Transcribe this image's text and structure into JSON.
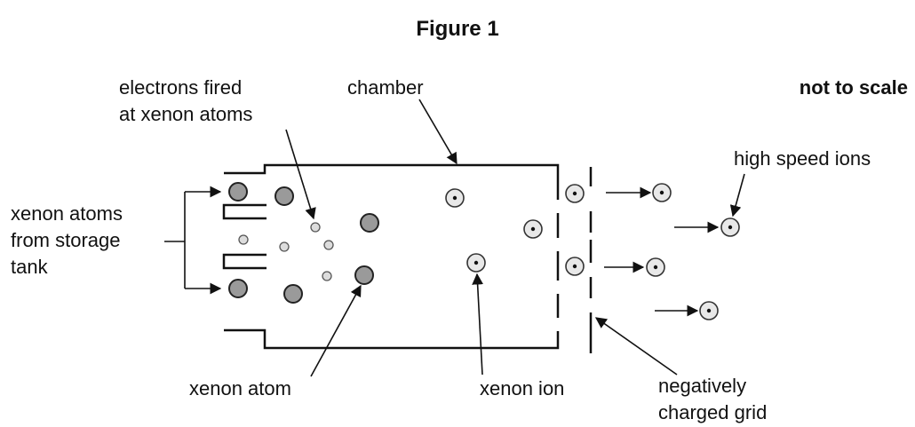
{
  "title": "Figure 1",
  "labels": {
    "not_to_scale": "not to scale",
    "electrons_fired_line1": "electrons fired",
    "electrons_fired_line2": "at xenon atoms",
    "chamber": "chamber",
    "high_speed_ions": "high speed ions",
    "xenon_atoms_line1": "xenon atoms",
    "xenon_atoms_line2": "from storage",
    "xenon_atoms_line3": "tank",
    "xenon_atom": "xenon atom",
    "xenon_ion": "xenon ion",
    "grid_line1": "negatively",
    "grid_line2": "charged grid"
  },
  "colors": {
    "atom_fill": "#9a9a9a",
    "electron_fill": "#dcdcdc",
    "ion_fill": "#e8e8e8",
    "stroke": "#111111"
  }
}
